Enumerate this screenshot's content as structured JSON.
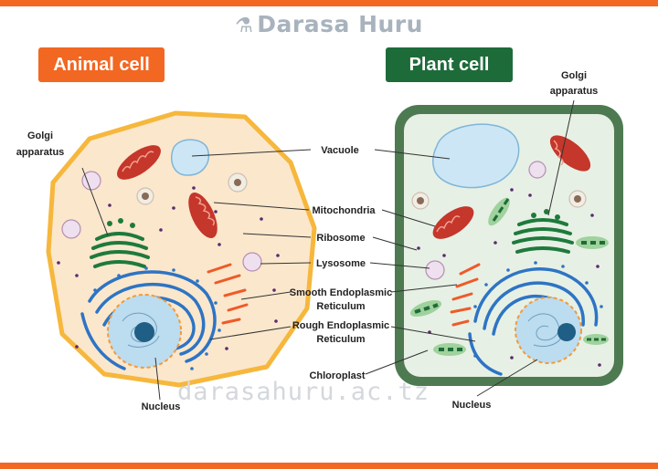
{
  "brand": {
    "name": "Darasa Huru",
    "icon": "microscope-icon"
  },
  "watermark": "darasahuru.ac.tz",
  "badges": {
    "animal": "Animal cell",
    "plant": "Plant cell"
  },
  "labels": {
    "golgi_left": [
      "Golgi",
      "apparatus"
    ],
    "golgi_right": [
      "Golgi",
      "apparatus"
    ],
    "vacuole": "Vacuole",
    "mitochondria": "Mitochondria",
    "ribosome": "Ribosome",
    "lysosome": "Lysosome",
    "smooth_er": [
      "Smooth Endoplasmic",
      "Reticulum"
    ],
    "rough_er": [
      "Rough Endoplasmic",
      "Reticulum"
    ],
    "chloroplast": "Chloroplast",
    "nucleus_left": "Nucleus",
    "nucleus_right": "Nucleus"
  },
  "colors": {
    "accent_orange": "#f26722",
    "plant_green": "#1e6b3a",
    "animal_membrane": "#f6b73c",
    "animal_cytoplasm": "#fbe7cc",
    "plant_wall": "#4e7a52",
    "plant_cytoplasm": "#e7f0e5",
    "mitochondria": "#c5362b",
    "rough_er": "#2d74c4",
    "smooth_er": "#ef5a28",
    "golgi": "#1e7a3c",
    "vacuole": "#cde6f5",
    "nucleus": "#bcdcef",
    "nucleolus": "#1f5e85"
  }
}
